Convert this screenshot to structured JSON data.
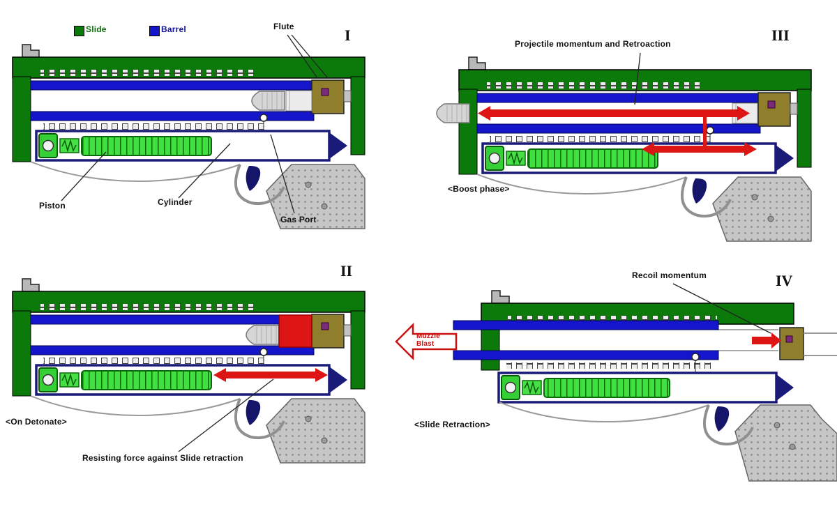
{
  "panel1": {
    "numeral": "I",
    "legend_slide": "Slide",
    "legend_barrel": "Barrel",
    "flute": "Flute",
    "piston": "Piston",
    "cylinder": "Cylinder",
    "gas_port": "Gas Port"
  },
  "panel2": {
    "numeral": "II",
    "caption": "<On Detonate>",
    "resisting_force": "Resisting force against Slide retraction"
  },
  "panel3": {
    "numeral": "III",
    "momentum": "Projectile momentum and Retroaction",
    "caption": "<Boost phase>"
  },
  "panel4": {
    "numeral": "IV",
    "recoil": "Recoil momentum",
    "muzzle_line1": "Muzzle",
    "muzzle_line2": "Blast",
    "caption": "<Slide Retraction>"
  },
  "colors": {
    "slide_green": "#0b7a0b",
    "barrel_blue": "#1515cc",
    "piston_green": "#3fe03f",
    "cylinder_navy": "#1a1a78",
    "arrow_red": "#dd1515",
    "breech_gold": "#8f7f2d"
  }
}
